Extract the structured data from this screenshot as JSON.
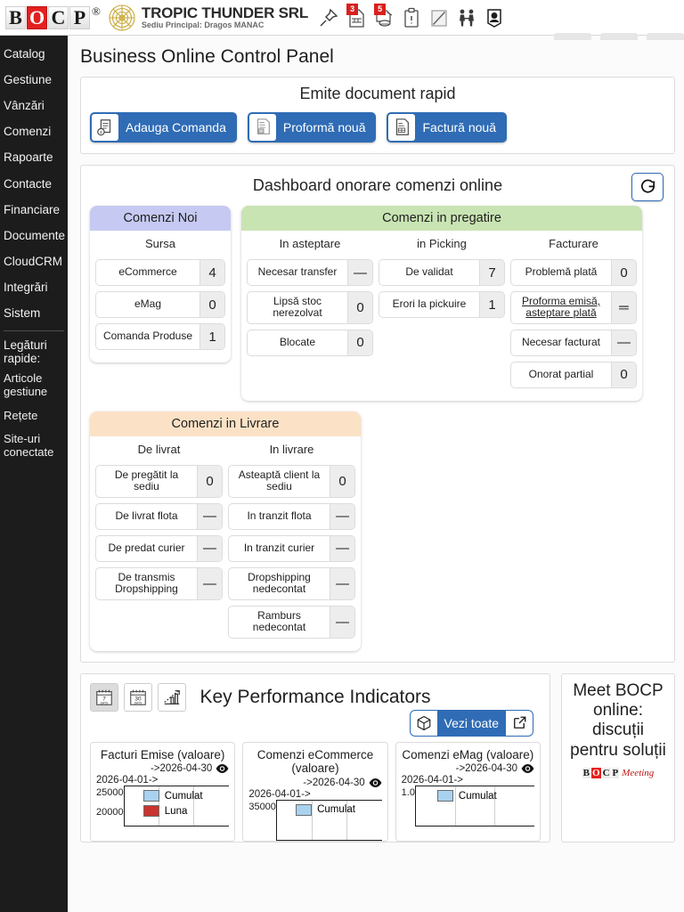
{
  "topbar": {
    "logo_letters": [
      "B",
      "O",
      "C",
      "P"
    ],
    "logo_registered": "®",
    "company_name": "TROPIC THUNDER SRL",
    "company_sub": "Sediu Principal: Dragos MANAC",
    "icons": [
      {
        "name": "pin-icon",
        "badge": ""
      },
      {
        "name": "document-icon",
        "badge": "3"
      },
      {
        "name": "cash-document-icon",
        "badge": "5"
      },
      {
        "name": "clipboard-icon",
        "badge": ""
      },
      {
        "name": "pencil-note-icon",
        "badge": ""
      },
      {
        "name": "people-icon",
        "badge": ""
      },
      {
        "name": "user-badge-icon",
        "badge": ""
      }
    ]
  },
  "sidebar": {
    "items": [
      {
        "label": "Catalog"
      },
      {
        "label": "Gestiune"
      },
      {
        "label": "Vânzări"
      },
      {
        "label": "Comenzi"
      },
      {
        "label": "Rapoarte"
      },
      {
        "label": "Contacte"
      },
      {
        "label": "Financiare"
      },
      {
        "label": "Documente"
      },
      {
        "label": "CloudCRM"
      },
      {
        "label": "Integrări"
      },
      {
        "label": "Sistem"
      }
    ],
    "quick_title": "Legături rapide:",
    "quick_items": [
      {
        "label": "Articole gestiune"
      },
      {
        "label": "Rețete"
      },
      {
        "label": "Site-uri conectate"
      }
    ]
  },
  "page": {
    "title": "Business Online Control Panel"
  },
  "quick_doc": {
    "title": "Emite document rapid",
    "buttons": [
      {
        "label": "Adauga Comanda",
        "icon": "order-document-icon"
      },
      {
        "label": "Proformă nouă",
        "icon": "proforma-document-icon"
      },
      {
        "label": "Factură nouă",
        "icon": "invoice-document-icon"
      }
    ]
  },
  "dashboard": {
    "title": "Dashboard onorare comenzi online",
    "refresh_icon": "refresh-icon",
    "panels": [
      {
        "id": "comenzi-noi",
        "title": "Comenzi Noi",
        "header_color": "#c6c9f1",
        "columns": [
          {
            "title": "Sursa",
            "stats": [
              {
                "label": "eCommerce",
                "value": "4"
              },
              {
                "label": "eMag",
                "value": "0"
              },
              {
                "label": "Comanda Produse",
                "value": "1"
              }
            ]
          }
        ]
      },
      {
        "id": "comenzi-in-pregatire",
        "title": "Comenzi in pregatire",
        "header_color": "#c9e4b3",
        "columns": [
          {
            "title": "In asteptare",
            "stats": [
              {
                "label": "Necesar transfer",
                "value": "—"
              },
              {
                "label": "Lipsă stoc nerezolvat",
                "value": "0"
              },
              {
                "label": "Blocate",
                "value": "0"
              }
            ]
          },
          {
            "title": "in Picking",
            "stats": [
              {
                "label": "De validat",
                "value": "7"
              },
              {
                "label": "Erori la pickuire",
                "value": "1"
              }
            ]
          },
          {
            "title": "Facturare",
            "stats": [
              {
                "label": "Problemă plată",
                "value": "0"
              },
              {
                "label": "Proforma emisă, asteptare plată",
                "value": "═",
                "underline": true
              },
              {
                "label": "Necesar facturat",
                "value": "—"
              },
              {
                "label": "Onorat partial",
                "value": "0"
              }
            ]
          }
        ]
      },
      {
        "id": "comenzi-in-livrare",
        "title": "Comenzi in Livrare",
        "header_color": "#fbe2c6",
        "columns": [
          {
            "title": "De livrat",
            "stats": [
              {
                "label": "De pregătit la sediu",
                "value": "0"
              },
              {
                "label": "De livrat flota",
                "value": "—"
              },
              {
                "label": "De predat curier",
                "value": "—"
              },
              {
                "label": "De transmis Dropshipping",
                "value": "—"
              }
            ]
          },
          {
            "title": "In livrare",
            "stats": [
              {
                "label": "Asteaptă client la sediu",
                "value": "0"
              },
              {
                "label": "In tranzit flota",
                "value": "—"
              },
              {
                "label": "In tranzit curier",
                "value": "—"
              },
              {
                "label": "Dropshipping nedecontat",
                "value": "—"
              },
              {
                "label": "Ramburs nedecontat",
                "value": "—"
              }
            ]
          }
        ]
      }
    ]
  },
  "kpi": {
    "title": "Key Performance Indicators",
    "tools": [
      {
        "name": "calendar-7-days-icon",
        "label": "7",
        "sub": "DAYS",
        "active": true
      },
      {
        "name": "calendar-30-days-icon",
        "label": "30",
        "sub": "DAYS",
        "active": false
      },
      {
        "name": "trend-chart-icon",
        "label": "",
        "sub": "",
        "active": false
      }
    ],
    "see_all_label": "Vezi toate",
    "see_all_icon": "cube-icon",
    "see_all_external_icon": "external-link-icon",
    "eye_icon": "eye-icon"
  },
  "chart_data": [
    {
      "type": "bar",
      "title": "Facturi Emise (valoare)",
      "range_to": "->2026-04-30",
      "range_from": "2026-04-01->",
      "ylabel": "",
      "xlabel": "",
      "ytick_labels": [
        "25000",
        "20000"
      ],
      "ylim": [
        0,
        25000
      ],
      "legend": [
        {
          "name": "Cumulat",
          "color": "#a8d2ef"
        },
        {
          "name": "Luna",
          "color": "#c9342e"
        }
      ],
      "categories": [],
      "series": [
        {
          "name": "Cumulat",
          "values": []
        },
        {
          "name": "Luna",
          "values": []
        }
      ]
    },
    {
      "type": "bar",
      "title": "Comenzi eCommerce (valoare)",
      "range_to": "->2026-04-30",
      "range_from": "2026-04-01->",
      "ylabel": "",
      "xlabel": "",
      "ytick_labels": [
        "35000"
      ],
      "ylim": [
        0,
        35000
      ],
      "legend": [
        {
          "name": "Cumulat",
          "color": "#a8d2ef"
        }
      ],
      "categories": [],
      "series": [
        {
          "name": "Cumulat",
          "values": []
        }
      ]
    },
    {
      "type": "bar",
      "title": "Comenzi eMag (valoare)",
      "range_to": "->2026-04-30",
      "range_from": "2026-04-01->",
      "ylabel": "",
      "xlabel": "",
      "ytick_labels": [
        "1.0"
      ],
      "ylim": [
        0,
        1.0
      ],
      "legend": [
        {
          "name": "Cumulat",
          "color": "#a8d2ef"
        }
      ],
      "categories": [],
      "series": [
        {
          "name": "Cumulat",
          "values": []
        }
      ]
    }
  ],
  "meet": {
    "text": "Meet BOCP online: discuții pentru soluții",
    "logo_letters": [
      "B",
      "O",
      "C",
      "P"
    ],
    "logo_script": "Meeting"
  },
  "colors": {
    "accent_blue": "#2f6cb5",
    "brand_red": "#e3201f",
    "panel_new": "#c6c9f1",
    "panel_prep": "#c9e4b3",
    "panel_deliv": "#fbe2c6"
  }
}
